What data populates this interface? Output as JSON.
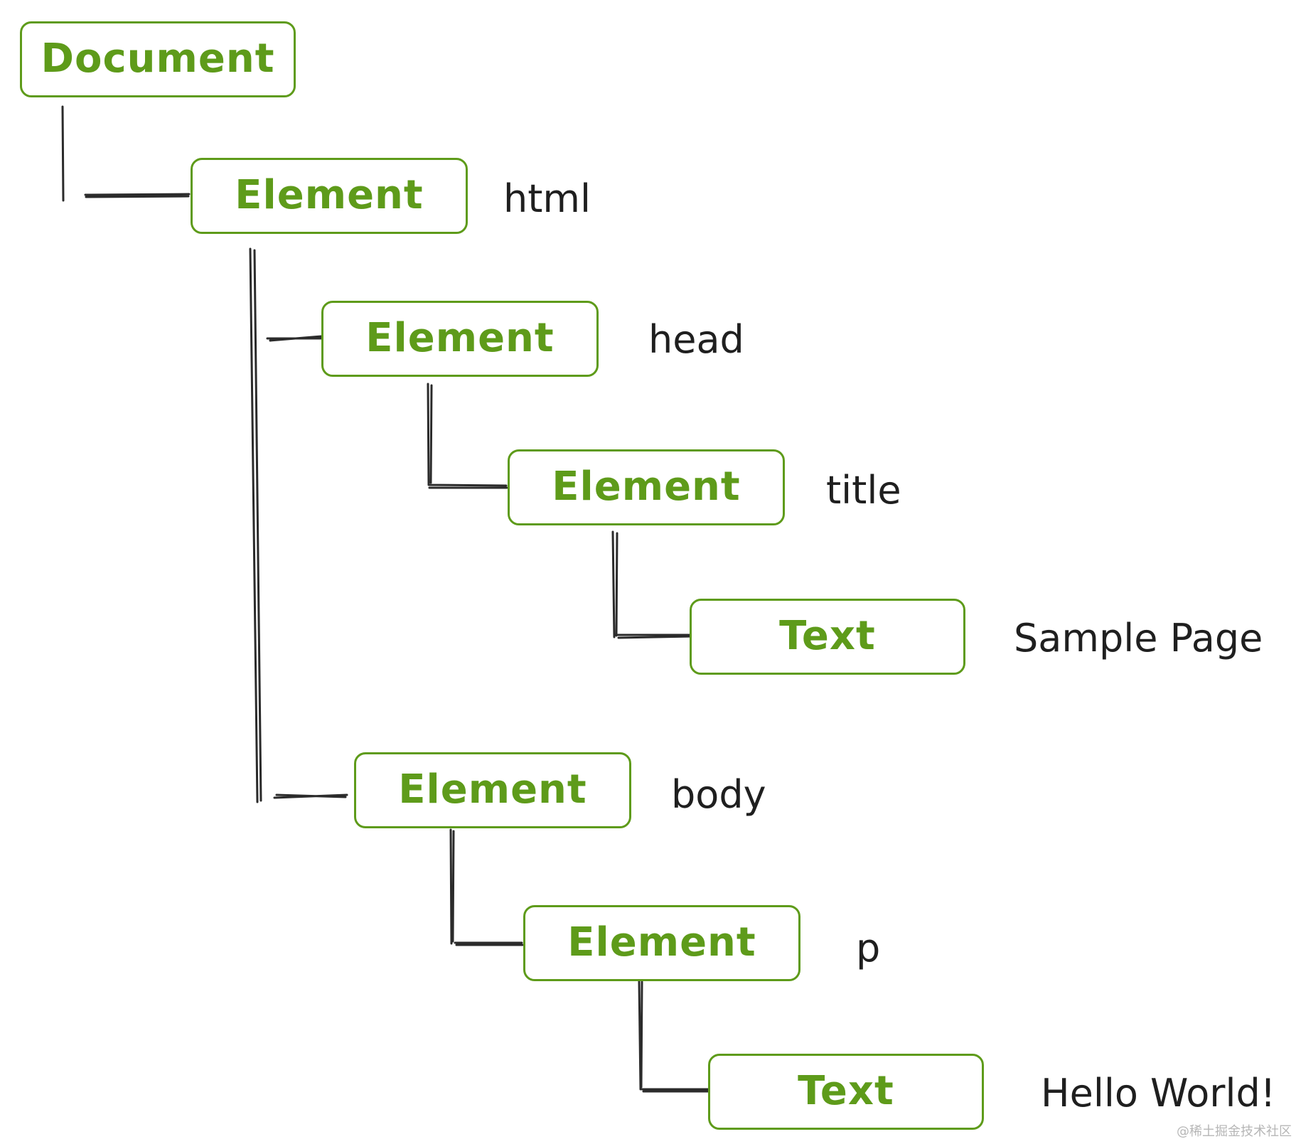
{
  "nodes": {
    "document": {
      "type": "Document"
    },
    "html": {
      "type": "Element",
      "tag": "html"
    },
    "head": {
      "type": "Element",
      "tag": "head"
    },
    "title": {
      "type": "Element",
      "tag": "title"
    },
    "title_text": {
      "type": "Text",
      "value": "Sample Page"
    },
    "body": {
      "type": "Element",
      "tag": "body"
    },
    "p": {
      "type": "Element",
      "tag": "p"
    },
    "p_text": {
      "type": "Text",
      "value": "Hello World!"
    }
  },
  "edges": [
    [
      "document",
      "html"
    ],
    [
      "html",
      "head"
    ],
    [
      "head",
      "title"
    ],
    [
      "title",
      "title_text"
    ],
    [
      "html",
      "body"
    ],
    [
      "body",
      "p"
    ],
    [
      "p",
      "p_text"
    ]
  ],
  "watermark": "@稀土掘金技术社区",
  "colors": {
    "node_stroke": "#5e9b1a",
    "node_text": "#5e9b1a",
    "connector": "#2b2b2b",
    "label_text": "#1f1f1f"
  }
}
